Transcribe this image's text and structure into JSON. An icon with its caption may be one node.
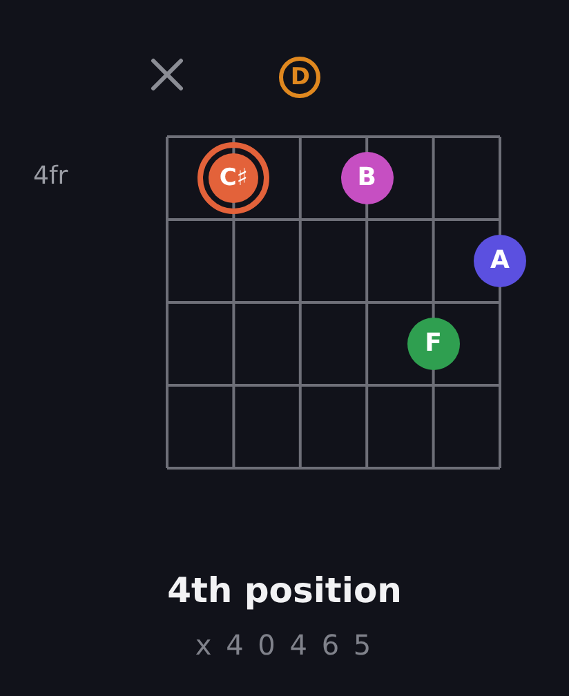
{
  "diagram": {
    "title": "4th position",
    "nodes": [
      {
        "text": [
          "D"
        ]
      },
      {
        "text": [
          "C♯"
        ]
      },
      {
        "text": [
          "B"
        ]
      },
      {
        "text": [
          "A"
        ]
      },
      {
        "text": [
          "F"
        ]
      }
    ],
    "labels": [
      "4fr",
      "x 4 0 4 6 5"
    ]
  }
}
